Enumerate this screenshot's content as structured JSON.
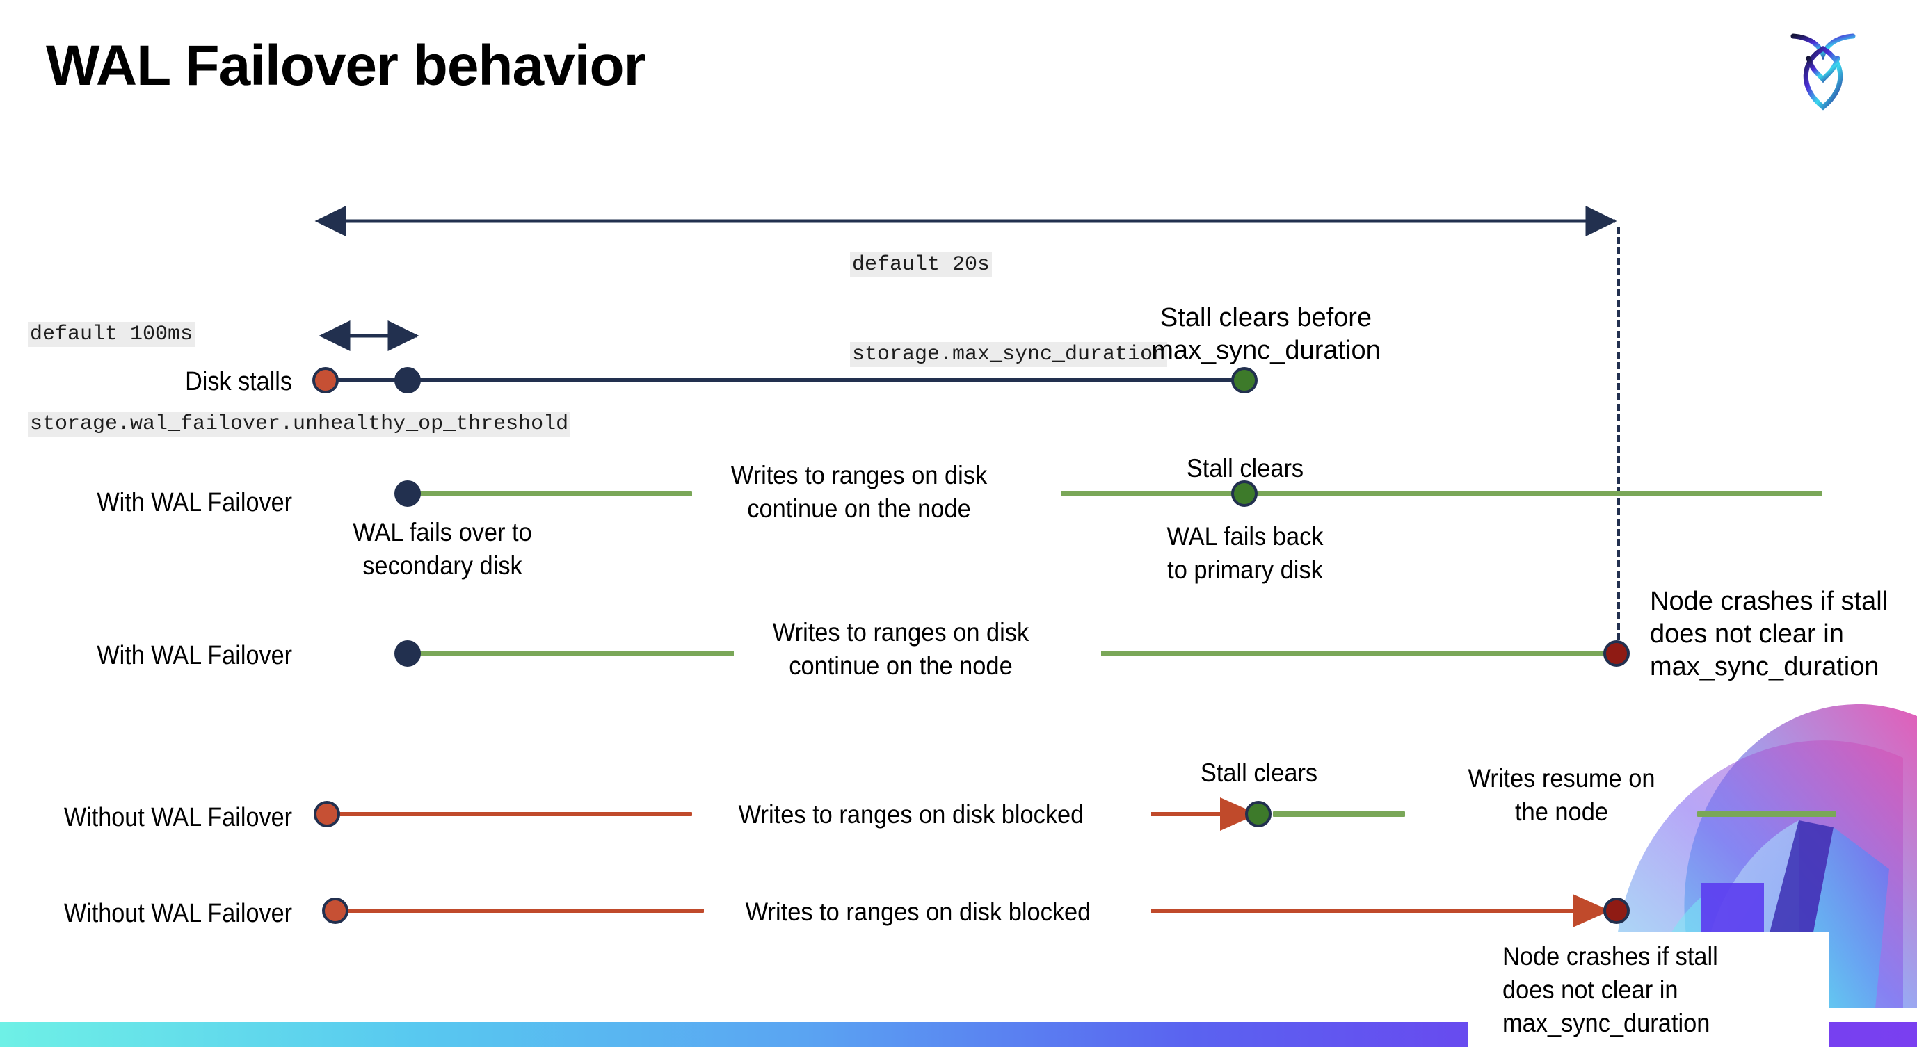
{
  "slide": {
    "title": "WAL Failover behavior",
    "logo_icon": "cockroach-labs-logo-icon",
    "accent_colors": {
      "navy": "#22304f",
      "green_line": "#7aa758",
      "green_dot": "#3d7a2a",
      "orange": "#c65034",
      "orange_line": "#c04a2b",
      "dark_red": "#8f1b14",
      "code_bg": "#ececec"
    }
  },
  "settings": {
    "max_sync": {
      "default": "default 20s",
      "name": "storage.max_sync_duration"
    },
    "unhealthy_op": {
      "default": "default 100ms",
      "name": "storage.wal_failover.unhealthy_op_threshold"
    }
  },
  "rows": [
    {
      "id": "disk-stalls",
      "label": "Disk stalls",
      "notes": [
        "Stall clears before\nmax_sync_duration"
      ]
    },
    {
      "id": "with-wal-failover-clears",
      "label": "With WAL Failover",
      "notes": [
        "WAL fails over to\nsecondary disk",
        "Writes to ranges on disk\ncontinue on the node",
        "Stall clears",
        "WAL fails  back\nto primary disk"
      ]
    },
    {
      "id": "with-wal-failover-crash",
      "label": "With WAL Failover",
      "notes": [
        "Writes to ranges on disk\ncontinue on the node",
        "Node crashes if stall\ndoes not clear in\nmax_sync_duration"
      ]
    },
    {
      "id": "without-wal-failover-clears",
      "label": "Without WAL Failover",
      "notes": [
        "Writes to ranges on disk  blocked",
        "Stall clears",
        "Writes resume on\nthe node"
      ]
    },
    {
      "id": "without-wal-failover-crash",
      "label": "Without WAL Failover",
      "notes": [
        "Writes to ranges on disk  blocked",
        "Node crashes if stall\ndoes not clear in\nmax_sync_duration"
      ]
    }
  ]
}
